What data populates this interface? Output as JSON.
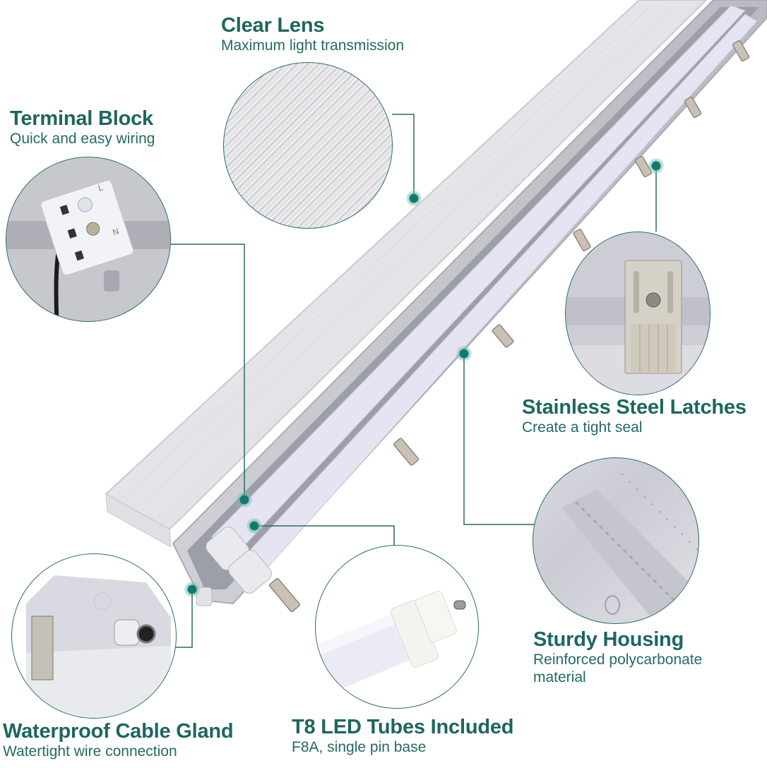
{
  "accent_color": "#1d6660",
  "dot_color": "#1b7a72",
  "callouts": {
    "clear_lens": {
      "title": "Clear Lens",
      "subtitle": "Maximum light transmission"
    },
    "terminal_block": {
      "title": "Terminal Block",
      "subtitle": "Quick and easy wiring"
    },
    "stainless_latches": {
      "title": "Stainless Steel Latches",
      "subtitle": "Create a tight seal"
    },
    "sturdy_housing": {
      "title": "Sturdy Housing",
      "subtitle": "Reinforced polycarbonate",
      "subtitle2": "material"
    },
    "cable_gland": {
      "title": "Waterproof Cable Gland",
      "subtitle": "Watertight wire connection"
    },
    "led_tubes": {
      "title": "T8 LED Tubes Included",
      "subtitle": "F8A, single pin base"
    }
  },
  "icons": {
    "terminal_marks": [
      "L",
      "N"
    ]
  }
}
